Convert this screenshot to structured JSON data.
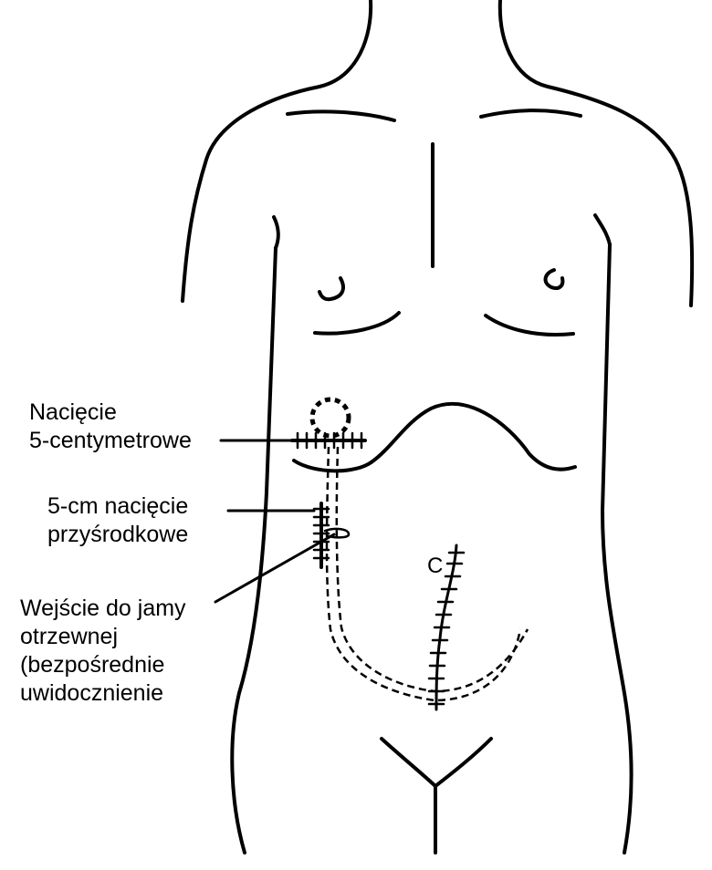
{
  "labels": {
    "upper_incision": [
      "Nacięcie",
      "5-centymetrowe"
    ],
    "paramedian_incision": [
      "5-cm nacięcie",
      "przyśrodkowe"
    ],
    "peritoneal_entry": [
      "Wejście do jamy",
      "otrzewnej",
      "(bezpośrednie",
      "uwidocznienie"
    ]
  },
  "marks": {
    "c_letter": "C"
  },
  "colors": {
    "ink": "#000000",
    "background": "#ffffff"
  }
}
